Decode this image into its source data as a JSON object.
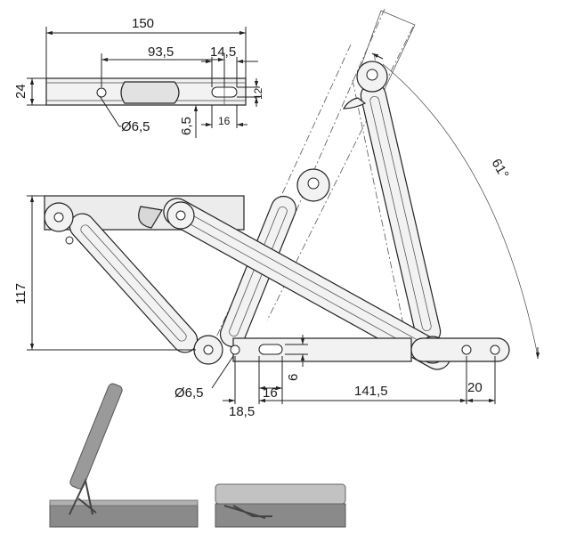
{
  "dimensions": {
    "top_width": "150",
    "top_slot_pos": "93,5",
    "top_slot_width": "14,5",
    "top_height": "24",
    "top_hole_dia": "Ø6,5",
    "top_slot_height": "12",
    "top_slot_len": "16",
    "top_slot_offset": "6,5",
    "open_angle": "61°",
    "stay_height": "117",
    "bottom_hole_dia": "Ø6,5",
    "bottom_slot_len": "16",
    "bottom_offset": "18,5",
    "bottom_span": "141,5",
    "bottom_slot_height": "6",
    "bottom_end": "20"
  }
}
